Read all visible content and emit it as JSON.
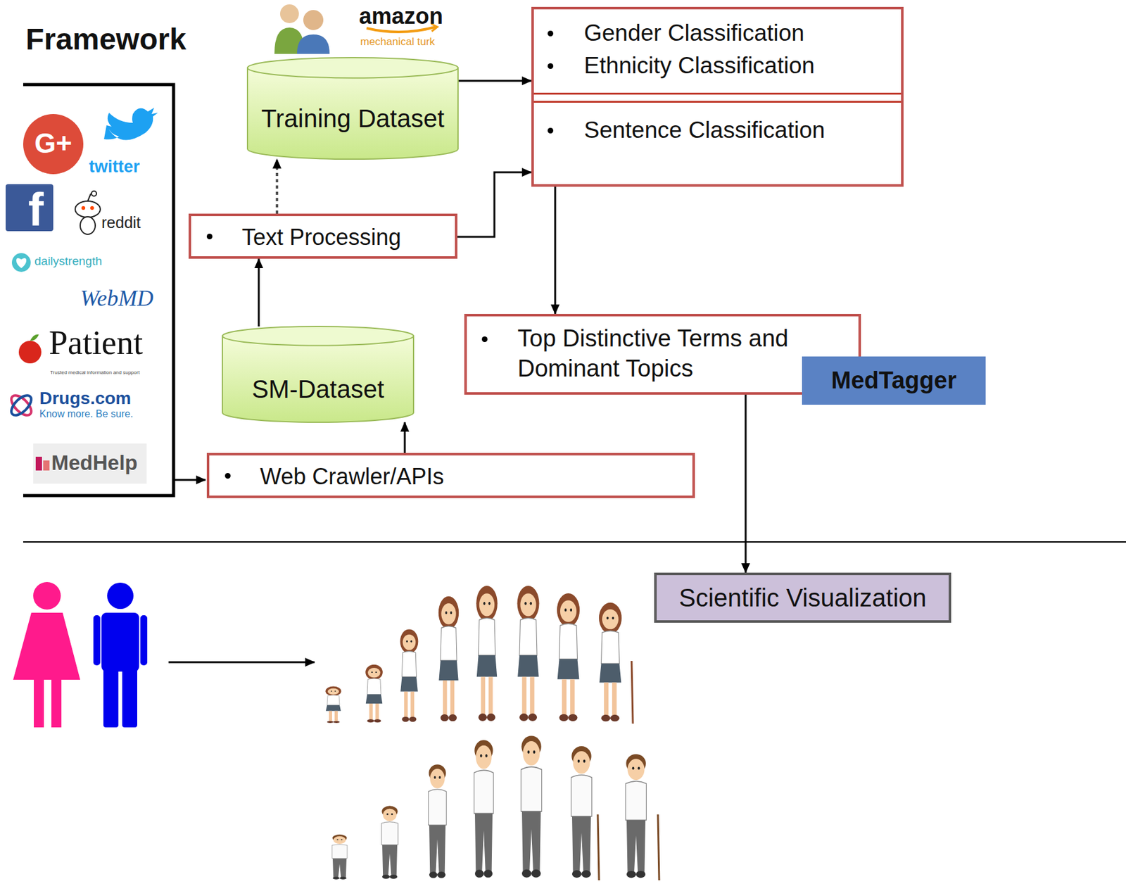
{
  "diagram": {
    "title": "Framework",
    "nodes": [
      {
        "text": [
          "Training Dataset"
        ]
      },
      {
        "text": [
          "Gender Classification",
          "Ethnicity Classification",
          "Sentence Classification"
        ]
      },
      {
        "text": [
          "Text Processing"
        ]
      },
      {
        "text": [
          "SM-Dataset"
        ]
      },
      {
        "text": [
          "Web Crawler/APIs"
        ]
      },
      {
        "text": [
          "Top Distinctive Terms and Dominant Topics"
        ]
      },
      {
        "text": [
          "MedTagger"
        ]
      },
      {
        "text": [
          "Scientific Visualization"
        ]
      }
    ],
    "edges": [
      {
        "from": 0,
        "to": 1,
        "arrow": "to"
      },
      {
        "from": 2,
        "to": 0,
        "arrow": "to"
      },
      {
        "from": 3,
        "to": 2,
        "arrow": "to"
      },
      {
        "from": 4,
        "to": 3,
        "arrow": "to"
      },
      {
        "from": 2,
        "to": 1,
        "arrow": "to"
      },
      {
        "from": 1,
        "to": 5,
        "arrow": "to"
      },
      {
        "from": 5,
        "to": 7,
        "arrow": "to"
      }
    ],
    "labels": [
      "amazon",
      "mechanical turk",
      "G+",
      "twitter",
      "f",
      "reddit",
      "dailystrength",
      "WebMD",
      "Patient",
      "Trusted medical information and support",
      "Drugs.com",
      "Know more. Be sure.",
      "MedHelp"
    ]
  }
}
